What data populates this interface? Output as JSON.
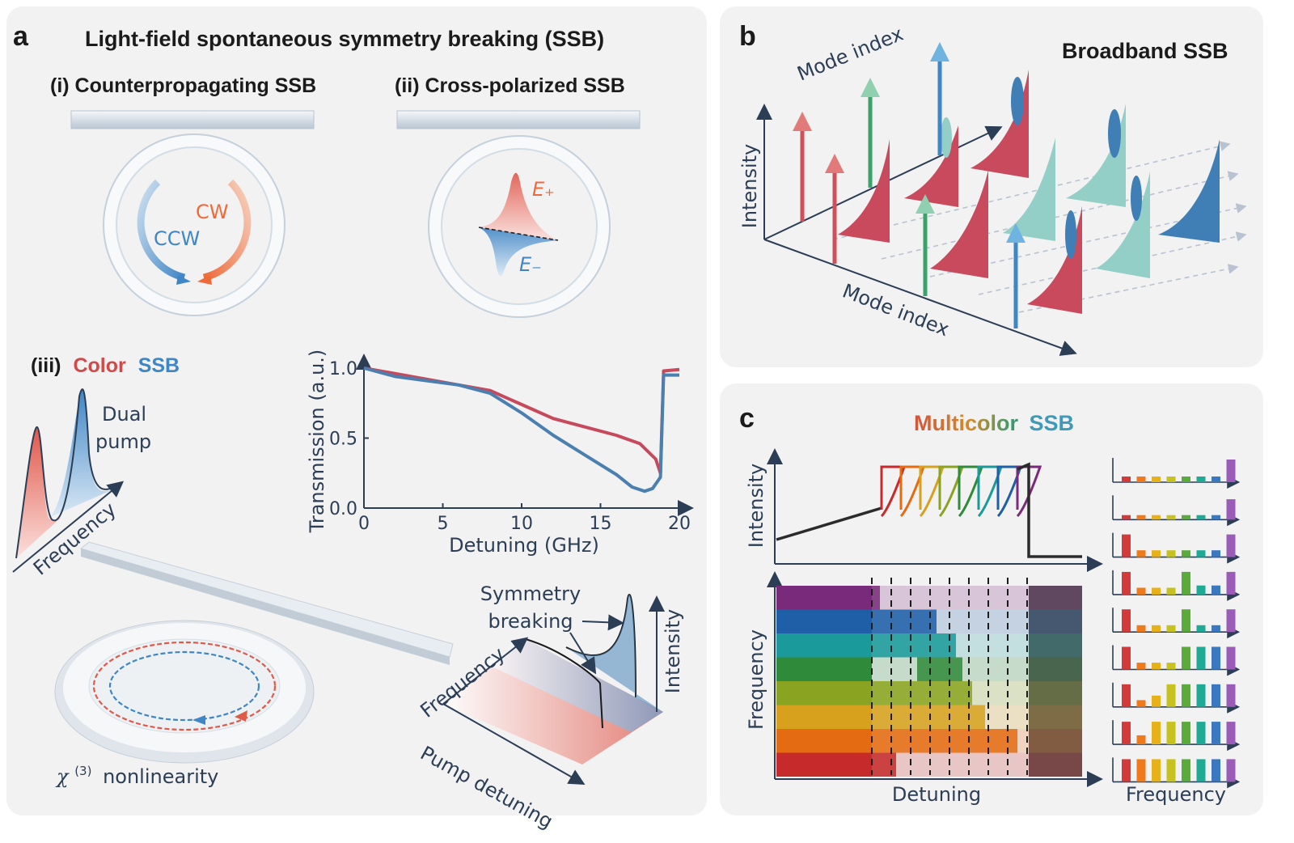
{
  "panel_a": {
    "letter": "a",
    "title": "Light-field spontaneous symmetry breaking (SSB)",
    "sub_i": "(i) Counterpropagating SSB",
    "sub_ii": "(ii) Cross-polarized SSB",
    "cw": "CW",
    "ccw": "CCW",
    "e_plus": "E₊",
    "e_minus": "E₋",
    "sub_iii_prefix": "(iii)",
    "sub_iii_color": "Color",
    "sub_iii_ssb": "SSB",
    "dual": "Dual",
    "pump": "pump",
    "frequency": "Frequency",
    "nonlinearity_symbol": "χ",
    "nonlinearity_sup": "(3)",
    "nonlinearity_text": "nonlinearity",
    "symmetry": "Symmetry",
    "breaking": "breaking",
    "intensity": "Intensity",
    "pump_detuning": "Pump detuning",
    "frequency_3d": "Frequency"
  },
  "panel_b": {
    "letter": "b",
    "title": "Broadband SSB",
    "axis_intensity": "Intensity",
    "axis_mode_top": "Mode index",
    "axis_mode_bottom": "Mode index"
  },
  "panel_c": {
    "letter": "c",
    "title_multi": "Multicolor",
    "title_ssb": "SSB",
    "axis_intensity": "Intensity",
    "axis_frequency": "Frequency",
    "axis_detuning": "Detuning",
    "axis_frequency_right": "Frequency",
    "rainbow": [
      "#7a2a7a",
      "#1f5fa8",
      "#1a9a9a",
      "#2f8a3a",
      "#8aa320",
      "#d7a11e",
      "#e56b12",
      "#c62a2a"
    ]
  },
  "chart_data": {
    "type": "line",
    "xlabel": "Detuning (GHz)",
    "ylabel": "Transmission (a.u.)",
    "xlim": [
      0,
      20
    ],
    "ylim": [
      0,
      1
    ],
    "xticks": [
      "0",
      "5",
      "10",
      "15",
      "20"
    ],
    "yticks": [
      "0.0",
      "0.5",
      "1.0"
    ],
    "series": [
      {
        "color": "#c74a5c",
        "x": [
          0,
          2,
          4,
          6,
          8,
          10,
          12,
          14,
          16,
          17.5,
          18.5,
          18.8,
          19,
          20
        ],
        "y": [
          1.0,
          0.96,
          0.92,
          0.88,
          0.84,
          0.74,
          0.64,
          0.58,
          0.52,
          0.46,
          0.35,
          0.25,
          0.98,
          0.99
        ]
      },
      {
        "color": "#4a7fb0",
        "x": [
          0,
          2,
          4,
          6,
          8,
          10,
          12,
          14,
          16,
          17,
          17.8,
          18.3,
          18.8,
          19,
          20
        ],
        "y": [
          1.0,
          0.94,
          0.91,
          0.88,
          0.82,
          0.68,
          0.52,
          0.38,
          0.24,
          0.15,
          0.12,
          0.14,
          0.22,
          0.95,
          0.95
        ]
      }
    ]
  }
}
